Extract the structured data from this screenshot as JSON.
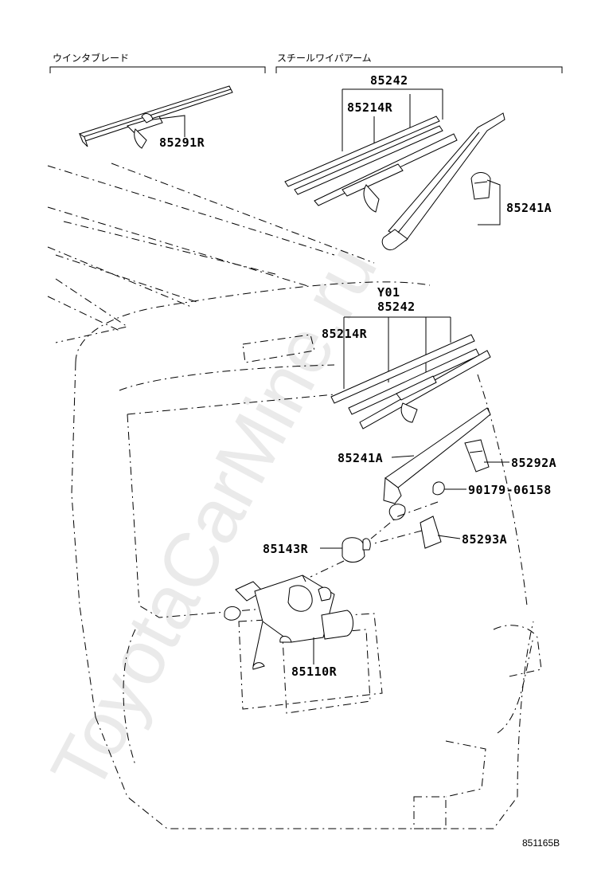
{
  "sections": {
    "blade_title": "ウインタブレード",
    "arm_title": "スチールワイパアーム"
  },
  "parts": {
    "p85291R": "85291R",
    "p85242_top": "85242",
    "p85214R_top": "85214R",
    "p85241A_top": "85241A",
    "pY01": "Y01",
    "p85242_mid": "85242",
    "p85214R_mid": "85214R",
    "p85241A_mid": "85241A",
    "p85292A": "85292A",
    "p90179": "90179-06158",
    "p85143R": "85143R",
    "p85293A": "85293A",
    "p85110R": "85110R"
  },
  "figure_id": "851165B",
  "watermark": "ToyotaCarMine.ru"
}
